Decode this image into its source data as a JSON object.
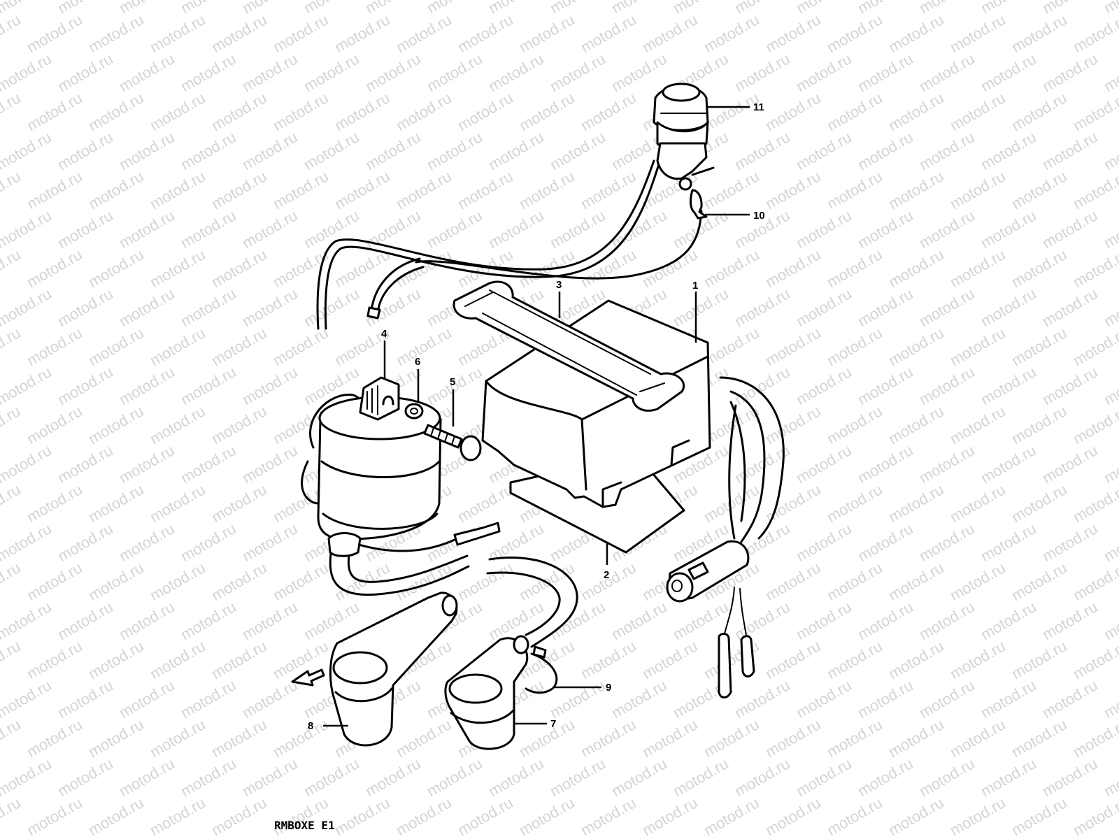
{
  "watermark": "motod.ru",
  "diagram_code": "RMBOXE E1",
  "callouts": {
    "c1": "1",
    "c2": "2",
    "c3": "3",
    "c4": "4",
    "c5": "5",
    "c6": "6",
    "c7": "7",
    "c8": "8",
    "c9": "9",
    "c10": "10",
    "c11": "11"
  },
  "icons": [
    "front-arrow-icon"
  ],
  "colors": {
    "line": "#000000",
    "watermark": "#d4d4d4",
    "background": "#ffffff"
  }
}
